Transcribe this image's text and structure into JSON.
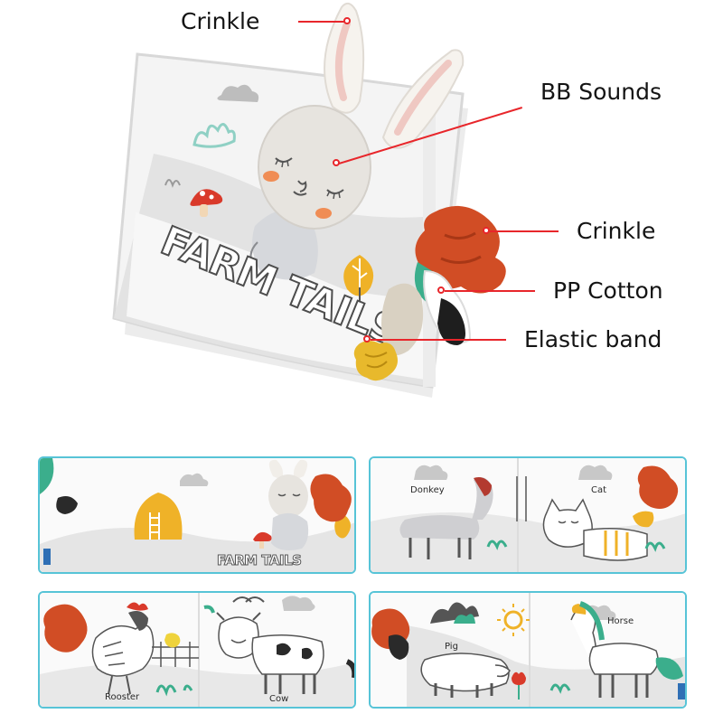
{
  "book": {
    "title": "FARM TAILS"
  },
  "callouts": [
    {
      "label": "Crinkle"
    },
    {
      "label": "BB Sounds"
    },
    {
      "label": "Crinkle"
    },
    {
      "label": "PP Cotton"
    },
    {
      "label": "Elastic band"
    }
  ],
  "pages": {
    "cover_spread": {
      "title": "FARM TAILS"
    },
    "donkey_cat": {
      "left": "Donkey",
      "right": "Cat"
    },
    "rooster_cow": {
      "left": "Rooster",
      "right": "Cow"
    },
    "pig_horse": {
      "left": "Pig",
      "right": "Horse"
    }
  },
  "colors": {
    "callout_line": "#e8262b",
    "panel_border": "#57c4d7",
    "orange_tail": "#d6522c",
    "mustard": "#e9b833",
    "teal": "#3bb59c"
  }
}
